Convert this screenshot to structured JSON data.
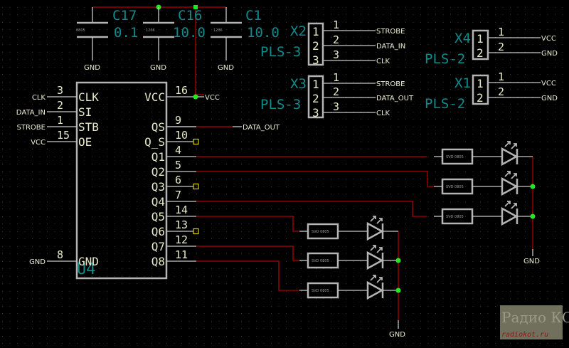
{
  "schematic": {
    "title": "Shift register LED driver schematic",
    "colors": {
      "background": "#000000",
      "wire": "#b00000",
      "pin": "#c8c8c8",
      "refdes": "#0d8c8c",
      "label": "#ececd0",
      "junction": "#22e822",
      "no_connect": "#d8d000"
    },
    "capacitors": [
      {
        "ref": "C17",
        "value": "0.1",
        "footprint": "0805",
        "gnd": "GND"
      },
      {
        "ref": "C16",
        "value": "10.0",
        "footprint": "1206",
        "gnd": "GND"
      },
      {
        "ref": "C1",
        "value": "10.0",
        "footprint": "1206",
        "gnd": "GND"
      }
    ],
    "connectors": [
      {
        "ref": "X2",
        "type": "PLS-3",
        "pins": [
          "1",
          "2",
          "3"
        ],
        "nets": [
          "STROBE",
          "DATA_IN",
          "CLK"
        ]
      },
      {
        "ref": "X3",
        "type": "PLS-3",
        "pins": [
          "1",
          "2",
          "3"
        ],
        "nets": [
          "STROBE",
          "DATA_OUT",
          "CLK"
        ]
      },
      {
        "ref": "X4",
        "type": "PLS-2",
        "pins": [
          "1",
          "2"
        ],
        "nets": [
          "VCC",
          "GND"
        ]
      },
      {
        "ref": "X1",
        "type": "PLS-2",
        "pins": [
          "1",
          "2"
        ],
        "nets": [
          "VCC",
          "GND"
        ]
      }
    ],
    "ic": {
      "ref": "U4",
      "left_pins": [
        {
          "num": "3",
          "name": "CLK",
          "net": "CLK"
        },
        {
          "num": "2",
          "name": "SI",
          "net": "DATA_IN"
        },
        {
          "num": "1",
          "name": "STB",
          "net": "STROBE"
        },
        {
          "num": "15",
          "name": "OE",
          "net": "VCC"
        },
        {
          "num": "8",
          "name": "GND",
          "net": "GND"
        }
      ],
      "right_pins": [
        {
          "num": "16",
          "name": "VCC",
          "net": "VCC"
        },
        {
          "num": "9",
          "name": "QS",
          "net": "DATA_OUT"
        },
        {
          "num": "10",
          "name": "Q_S",
          "net": ""
        },
        {
          "num": "4",
          "name": "Q1",
          "net": ""
        },
        {
          "num": "5",
          "name": "Q2",
          "net": ""
        },
        {
          "num": "6",
          "name": "Q3",
          "net": ""
        },
        {
          "num": "7",
          "name": "Q4",
          "net": ""
        },
        {
          "num": "14",
          "name": "Q5",
          "net": ""
        },
        {
          "num": "13",
          "name": "Q6",
          "net": ""
        },
        {
          "num": "12",
          "name": "Q7",
          "net": ""
        },
        {
          "num": "11",
          "name": "Q8",
          "net": ""
        }
      ]
    },
    "resistor_label": "SVD 0805",
    "led_gnd_labels": [
      "GND",
      "GND"
    ],
    "watermark": {
      "top": "Радио КОТ",
      "bottom": "radiokot.ru"
    }
  }
}
